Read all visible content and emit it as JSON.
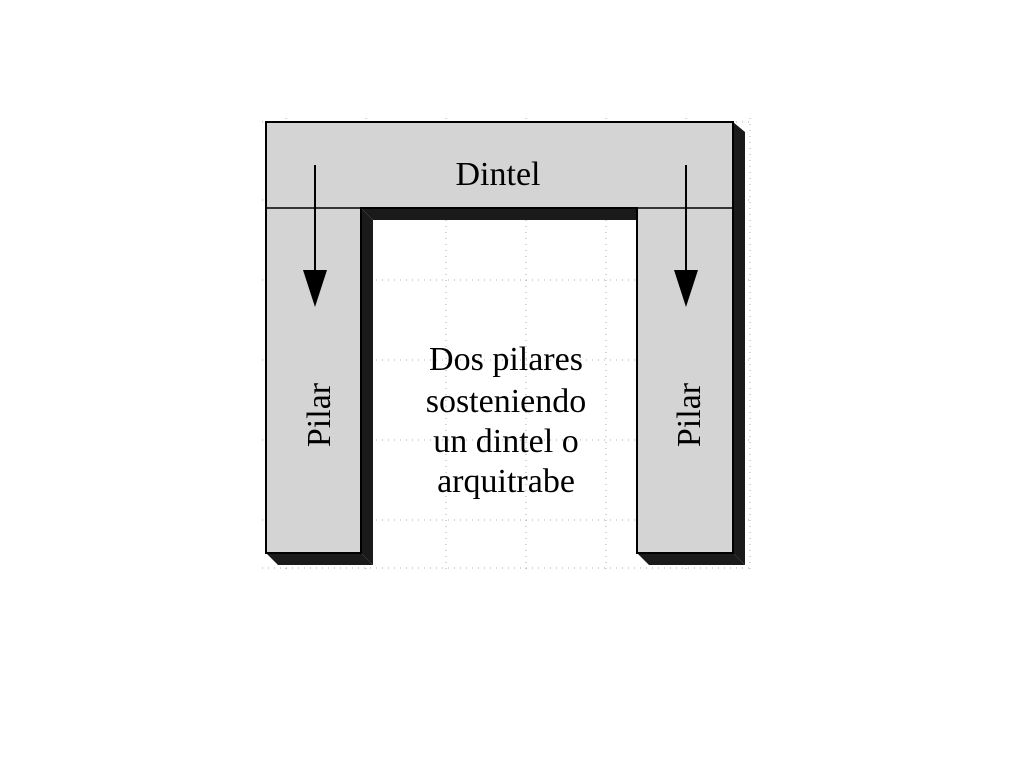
{
  "diagram": {
    "beam_label": "Dintel",
    "left_pillar_label": "Pilar",
    "right_pillar_label": "Pilar",
    "caption": {
      "line1": "Dos pilares",
      "line2": "sosteniendo",
      "line3": "un dintel o",
      "line4": "arquitrabe"
    }
  },
  "colors": {
    "structure_fill": "#d4d4d4",
    "shadow": "#1a1a1a",
    "outline": "#000000",
    "grid": "#aaaaaa"
  }
}
